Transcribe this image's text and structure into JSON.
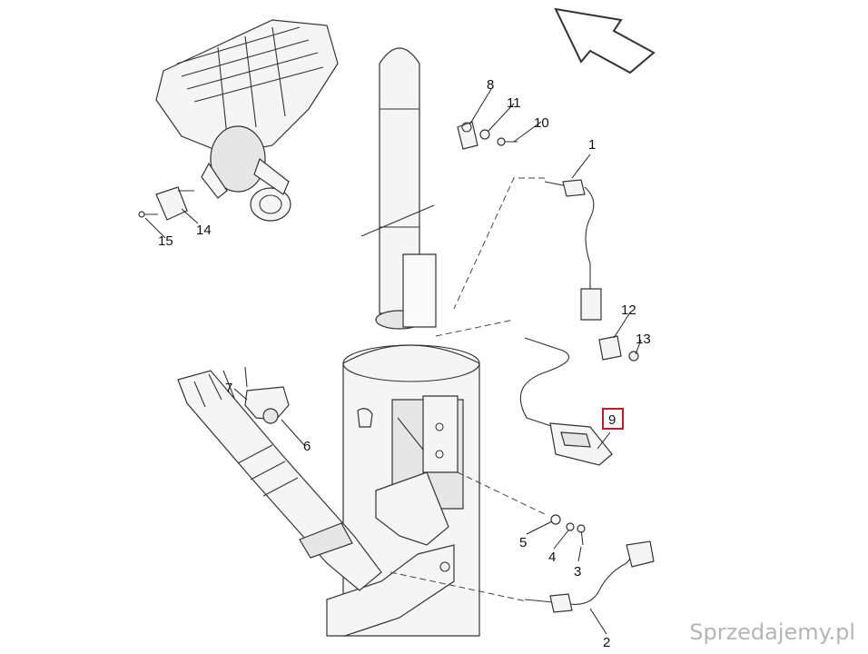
{
  "callouts": {
    "c1": "1",
    "c2": "2",
    "c3": "3",
    "c4": "4",
    "c5": "5",
    "c6": "6",
    "c7": "7",
    "c8": "8",
    "c9": "9",
    "c10": "10",
    "c11": "11",
    "c12": "12",
    "c13": "13",
    "c14": "14",
    "c15": "15"
  },
  "highlighted_callout": "9",
  "watermark": "Sprzedajemy.pl",
  "colors": {
    "line": "#333333",
    "highlight": "#b3202a",
    "fill": "#f4f4f4"
  }
}
